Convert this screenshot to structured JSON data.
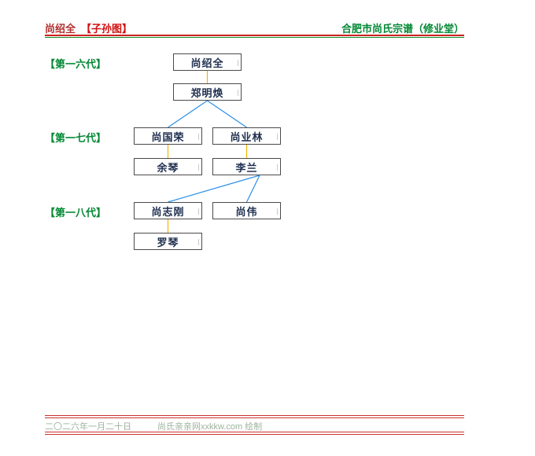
{
  "header": {
    "left_name": "尚绍全",
    "left_tag": "【子孙图】",
    "right_title": "合肥市尚氏宗谱（修业堂）"
  },
  "generations": [
    {
      "number": 16,
      "label": "【第一六代】"
    },
    {
      "number": 17,
      "label": "【第一七代】"
    },
    {
      "number": 18,
      "label": "【第一八代】"
    }
  ],
  "tree": {
    "boxes": [
      {
        "name": "尚绍全",
        "generation": 16,
        "role": "descendant"
      },
      {
        "name": "郑明焕",
        "generation": 16,
        "role": "spouse"
      },
      {
        "name": "尚国荣",
        "generation": 17,
        "role": "descendant"
      },
      {
        "name": "尚业林",
        "generation": 17,
        "role": "descendant"
      },
      {
        "name": "余琴",
        "generation": 17,
        "role": "spouse"
      },
      {
        "name": "李兰",
        "generation": 17,
        "role": "spouse"
      },
      {
        "name": "尚志刚",
        "generation": 18,
        "role": "descendant"
      },
      {
        "name": "尚伟",
        "generation": 18,
        "role": "descendant"
      },
      {
        "name": "罗琴",
        "generation": 18,
        "role": "spouse"
      }
    ],
    "relations": {
      "couples": [
        [
          "尚绍全",
          "郑明焕"
        ],
        [
          "尚国荣",
          "余琴"
        ],
        [
          "尚业林",
          "李兰"
        ],
        [
          "尚志刚",
          "罗琴"
        ]
      ],
      "children_links": [
        {
          "parents": "尚绍全/郑明焕",
          "children": [
            "尚国荣",
            "尚业林"
          ]
        },
        {
          "parents": "尚业林/李兰",
          "children": [
            "尚志刚",
            "尚伟"
          ]
        }
      ]
    }
  },
  "footer": {
    "date": "二〇二六年一月二十日",
    "credit": "尚氏亲亲网xxkkw.com 绘制"
  },
  "colors": {
    "header_name_red": "#b03030",
    "header_tag_red": "#d01010",
    "title_green": "#008833",
    "rule_red": "#cc2222",
    "rule_green": "#118822",
    "spouse_line_gold": "#f5b300",
    "child_line_blue": "#2b8fe8",
    "box_border": "#4a4a4a",
    "box_text": "#203050",
    "footer_text": "#9cb39c"
  }
}
